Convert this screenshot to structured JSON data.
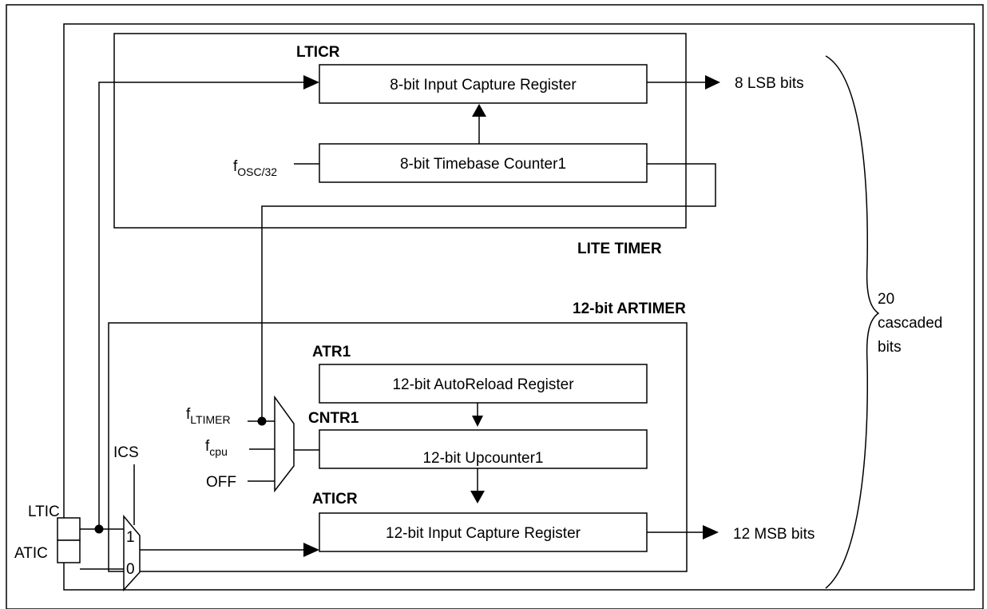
{
  "lite_timer": {
    "title": "LITE TIMER",
    "register_label": "LTICR",
    "capture_register": "8-bit Input Capture Register",
    "counter": "8-bit Timebase Counter1",
    "clock_main": "f",
    "clock_sub": "OSC/32",
    "output": "8 LSB bits"
  },
  "artimer": {
    "title": "12-bit ARTIMER",
    "reload_label": "ATR1",
    "reload_register": "12-bit AutoReload Register",
    "counter_label": "CNTR1",
    "counter": "12-bit Upcounter1",
    "capture_label": "ATICR",
    "capture_register": "12-bit Input Capture Register",
    "output": "12 MSB bits"
  },
  "clock_mux": {
    "ltimer_main": "f",
    "ltimer_sub": "LTIMER",
    "cpu_main": "f",
    "cpu_sub": "cpu",
    "off": "OFF"
  },
  "input_mux": {
    "select": "ICS",
    "input_1": "1",
    "input_0": "0"
  },
  "pins": {
    "ltic": "LTIC",
    "atic": "ATIC"
  },
  "brace_note": {
    "line1": "20",
    "line2": "cascaded",
    "line3": "bits"
  }
}
